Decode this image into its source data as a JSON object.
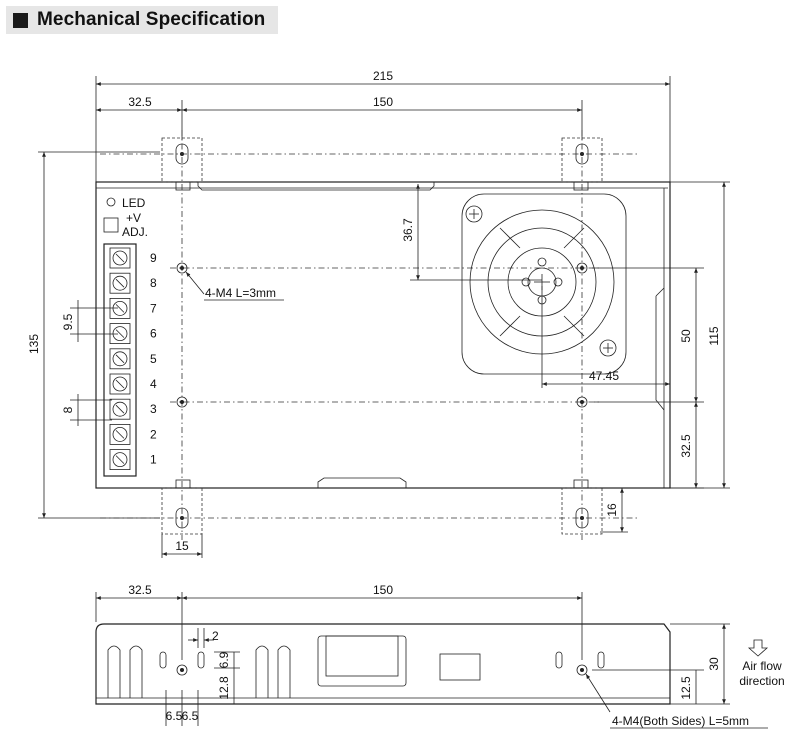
{
  "header": {
    "title": "Mechanical Specification"
  },
  "top_view": {
    "dims": {
      "overall_width": "215",
      "left_offset": "32.5",
      "hole_spacing": "150",
      "overall_height": "135",
      "body_height": "115",
      "fan_offset_v": "36.7",
      "fan_spacing": "50",
      "fan_offset_h": "47.45",
      "bottom_hole_v": "32.5",
      "tab_height": "16",
      "tab_width": "15",
      "terminal_pitch": "9.5",
      "terminal_gap": "8"
    },
    "led_label": "LED",
    "adj_label_1": "+V",
    "adj_label_2": "ADJ.",
    "terminals": [
      "9",
      "8",
      "7",
      "6",
      "5",
      "4",
      "3",
      "2",
      "1"
    ],
    "mount_note": "4-M4 L=3mm"
  },
  "side_view": {
    "dims": {
      "left_offset": "32.5",
      "hole_spacing": "150",
      "slot_gap": "2",
      "slot_h": "6.9",
      "hole_h": "12.8",
      "slot_w1": "6.5",
      "slot_w2": "6.5",
      "height": "30",
      "hole_height": "12.5"
    },
    "airflow_label_1": "Air flow",
    "airflow_label_2": "direction",
    "mount_note": "4-M4(Both Sides) L=5mm"
  }
}
